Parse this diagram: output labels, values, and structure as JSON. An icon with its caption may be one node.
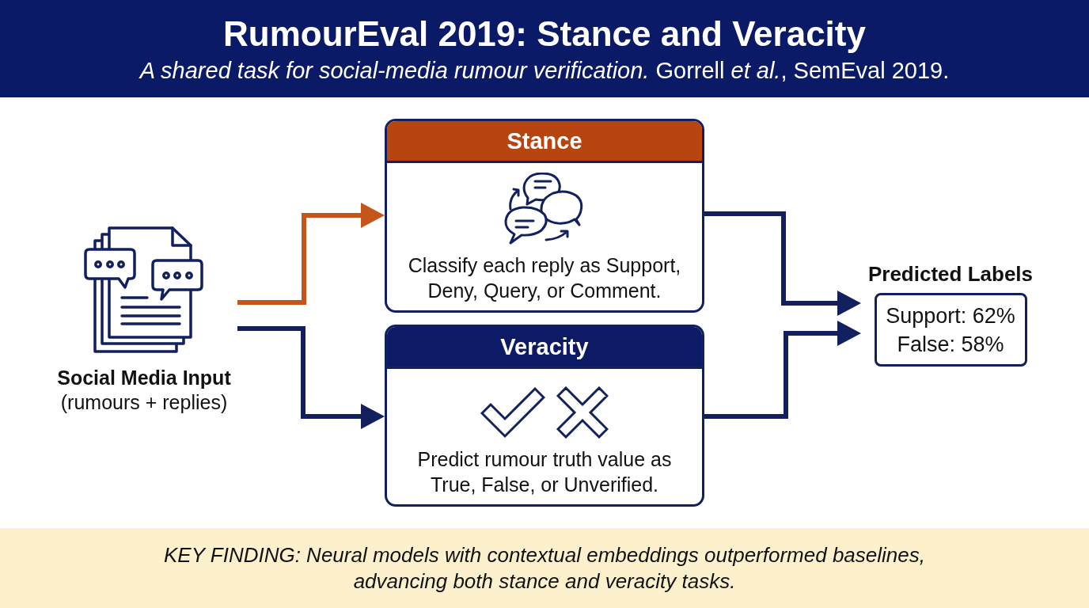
{
  "diagram": {
    "title": "RumourEval 2019: Stance and Veracity",
    "caption": "*A shared task for social-media rumour verification.* Gorrell *et al.*, SemEval 2019.",
    "nodes": [
      {
        "text": [
          "Social Media Input",
          "(rumours + replies)"
        ]
      },
      {
        "text": [
          "Stance",
          "Classify each reply as Support, Deny, Query, or Comment."
        ]
      },
      {
        "text": [
          "Veracity",
          "Predict rumour truth value as True, False, or Unverified."
        ]
      },
      {
        "text": [
          "Predicted Labels",
          "Support: 62%",
          "False: 58%"
        ]
      },
      {
        "text": [
          "KEY FINDING: Neural models with contextual embeddings outperformed baselines, advancing both stance and veracity tasks."
        ]
      }
    ],
    "edges": [
      {
        "from": 0,
        "to": 1,
        "arrow": "to",
        "color": "#c4561c"
      },
      {
        "from": 0,
        "to": 2,
        "arrow": "to"
      },
      {
        "from": 1,
        "to": 3,
        "arrow": "to"
      },
      {
        "from": 2,
        "to": 3,
        "arrow": "to"
      }
    ]
  }
}
